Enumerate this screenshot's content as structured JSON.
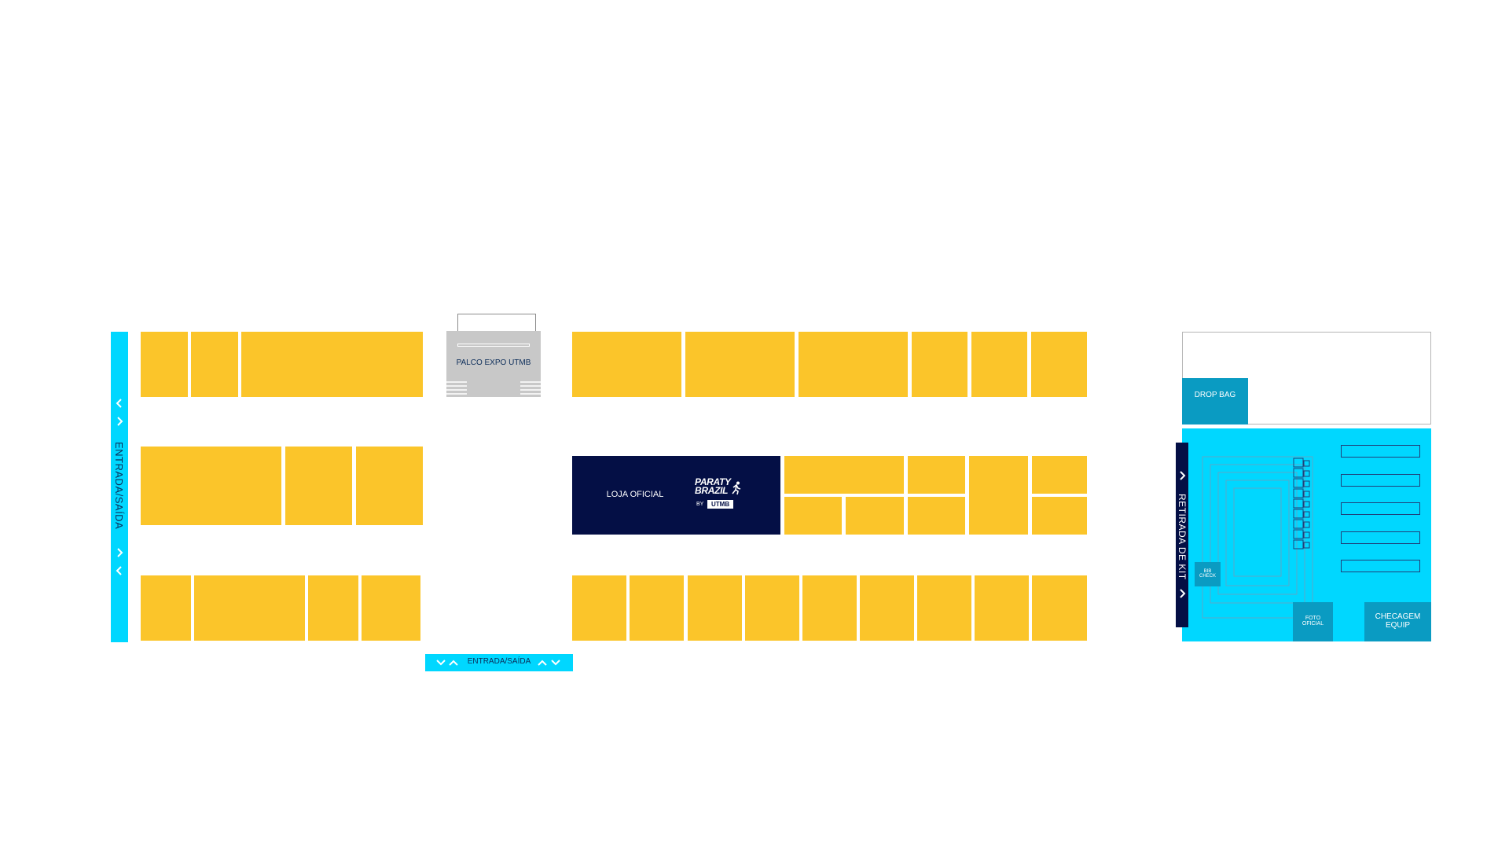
{
  "map": {
    "entrance_left": {
      "label": "ENTRADA/SAÍDA"
    },
    "entrance_bottom": {
      "label": "ENTRADA/SAÍDA"
    },
    "stage": {
      "label": "PALCO EXPO UTMB"
    },
    "official_store": {
      "label": "LOJA OFICIAL",
      "logo_line1": "PARATY",
      "logo_line2": "BRAZIL",
      "logo_by": "BY",
      "logo_utmb": "UTMB"
    },
    "kit_pickup": {
      "label": "RETIRADA DE KIT",
      "drop_bag": "DROP BAG",
      "bib_check": "BIB CHECK",
      "photo_official": "FOTO OFICIAL",
      "equip_check": "CHECAGEM EQUIP"
    },
    "icons": [
      "chevron-left-icon",
      "chevron-right-icon",
      "chevron-up-icon",
      "chevron-down-icon",
      "runner-icon"
    ],
    "colors": {
      "booth": "#fbc52a",
      "cyan": "#00d7ff",
      "navy": "#040f45",
      "stage_gray": "#c8c8c8",
      "dark_cyan": "#0a9bc2"
    }
  }
}
